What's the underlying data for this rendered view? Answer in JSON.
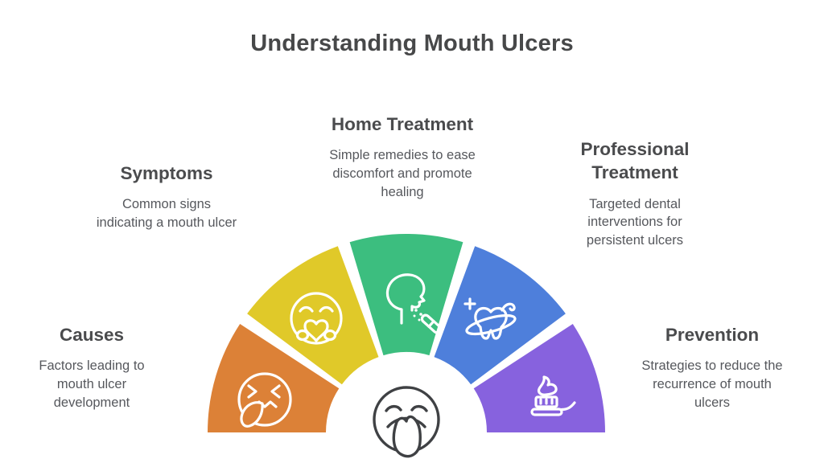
{
  "title": "Understanding Mouth Ulcers",
  "colors": {
    "background": "#ffffff",
    "title_text": "#474849",
    "heading_text": "#4a4b4d",
    "body_text": "#56585d",
    "center_icon_stroke": "#3f4144"
  },
  "center": {
    "icon": "face-with-tongue-out-icon"
  },
  "sections": [
    {
      "id": "causes",
      "label": "Causes",
      "description": "Factors leading to\nmouth ulcer\ndevelopment",
      "color": "#dc8137",
      "icon": "pained-face-covering-mouth-icon"
    },
    {
      "id": "symptoms",
      "label": "Symptoms",
      "description": "Common signs\nindicating a mouth ulcer",
      "color": "#e0c929",
      "icon": "face-hugging-heart-icon"
    },
    {
      "id": "home-treatment",
      "label": "Home Treatment",
      "description": "Simple remedies to ease\ndiscomfort and promote\nhealing",
      "color": "#3cbe7f",
      "icon": "coughing-head-with-medicine-icon"
    },
    {
      "id": "professional-treatment",
      "label": "Professional Treatment",
      "description": "Targeted dental\ninterventions for\npersistent ulcers",
      "color": "#4e7fdb",
      "icon": "tooth-care-orbit-icon"
    },
    {
      "id": "prevention",
      "label": "Prevention",
      "description": "Strategies to reduce the\nrecurrence of mouth\nulcers",
      "color": "#8762de",
      "icon": "toothbrush-with-paste-icon"
    }
  ]
}
